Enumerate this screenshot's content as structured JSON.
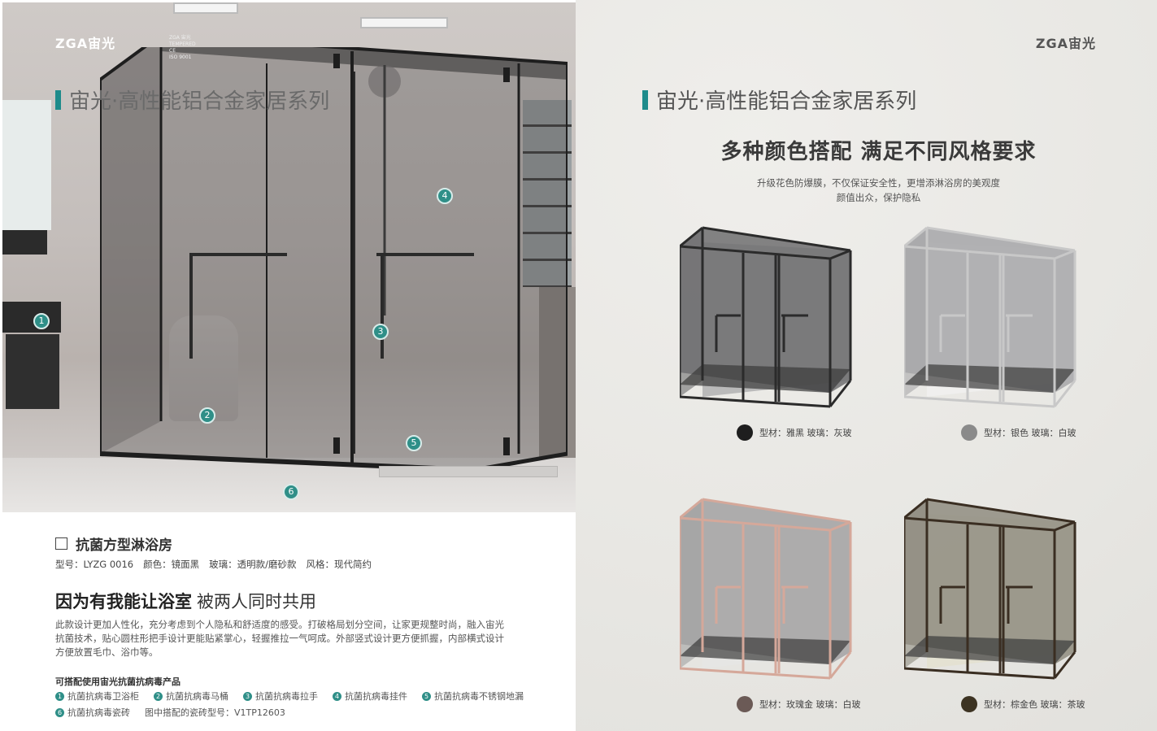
{
  "brand": {
    "logo_text": "ZGA宙光"
  },
  "series_title": "宙光·高性能铝合金家居系列",
  "left_page": {
    "cert_text": [
      "ZGA 宙光",
      "TEMPERED",
      "CE",
      "ISO 9001"
    ],
    "markers": [
      "1",
      "2",
      "3",
      "4",
      "5",
      "6"
    ],
    "product_name": "抗菌方型淋浴房",
    "specs": {
      "model": "型号：LYZG 0016",
      "color": "颜色：镜面黑",
      "glass": "玻璃：透明款/磨砂款",
      "style": "风格：现代简约"
    },
    "headline_strong": "因为有我能让浴室",
    "headline_light": "被两人同时共用",
    "description": "此款设计更加人性化，充分考虑到个人隐私和舒适度的感受。打破格局划分空间，让家更规整时尚，融入宙光抗菌技术，贴心圆柱形把手设计更能贴紧掌心，轻握推拉一气呵成。外部竖式设计更方便抓握，内部横式设计方便放置毛巾、浴巾等。",
    "related_title": "可搭配使用宙光抗菌抗病毒产品",
    "related_items": [
      {
        "num": "1",
        "label": "抗菌抗病毒卫浴柜"
      },
      {
        "num": "2",
        "label": "抗菌抗病毒马桶"
      },
      {
        "num": "3",
        "label": "抗菌抗病毒拉手"
      },
      {
        "num": "4",
        "label": "抗菌抗病毒挂件"
      },
      {
        "num": "5",
        "label": "抗菌抗病毒不锈钢地漏"
      },
      {
        "num": "6",
        "label": "抗菌抗病毒瓷砖"
      }
    ],
    "tile_note": "图中搭配的瓷砖型号：V1TP12603"
  },
  "right_page": {
    "headline": "多种颜色搭配 满足不同风格要求",
    "sub_lines": [
      "升级花色防爆膜，不仅保证安全性，更增添淋浴房的美观度",
      "颜值出众，保护隐私"
    ],
    "variants": [
      {
        "caption": "型材：雅黑   玻璃：灰玻",
        "swatch_color": "#1e1e1e",
        "frame_color": "#2b2b2b",
        "glass_color": "#6e6e70",
        "top_color": "#9a9a9c"
      },
      {
        "caption": "型材：银色   玻璃：白玻",
        "swatch_color": "#8a8a8a",
        "frame_color": "#c8c8c8",
        "glass_color": "#a6a6a8",
        "top_color": "#f4f4f4"
      },
      {
        "caption": "型材：玫瑰金   玻璃：白玻",
        "swatch_color": "#6b5a56",
        "frame_color": "#d5a89a",
        "glass_color": "#a2a1a2",
        "top_color": "#e6e6e6"
      },
      {
        "caption": "型材：棕金色   玻璃：茶玻",
        "swatch_color": "#3c3322",
        "frame_color": "#3a2e22",
        "glass_color": "#8f8c80",
        "top_color": "#e2e0c8"
      }
    ]
  }
}
